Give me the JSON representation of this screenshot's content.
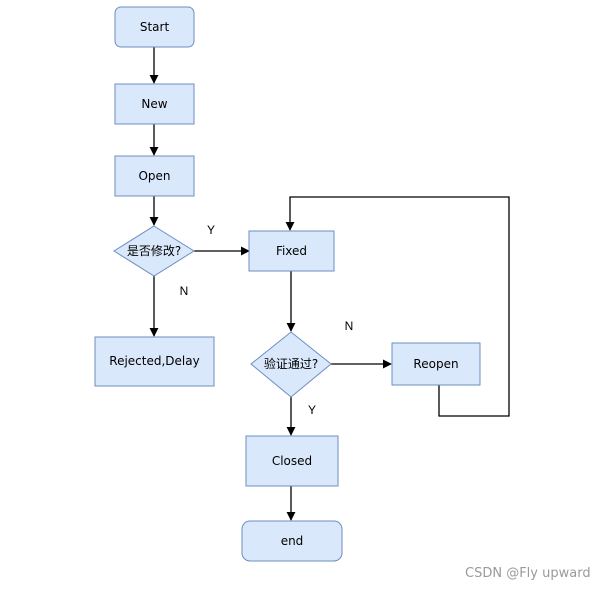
{
  "nodes": {
    "start": "Start",
    "new": "New",
    "open": "Open",
    "modify_decision": "是否修改?",
    "fixed": "Fixed",
    "rejected": "Rejected,Delay",
    "verify_decision": "验证通过?",
    "reopen": "Reopen",
    "closed": "Closed",
    "end": "end"
  },
  "edge_labels": {
    "modify_yes": "Y",
    "modify_no": "N",
    "verify_no": "N",
    "verify_yes": "Y"
  },
  "watermark": "CSDN @Fly upward",
  "colors": {
    "node_fill": "#dae8fc",
    "node_stroke": "#6c8ebf",
    "edge": "#000000"
  }
}
